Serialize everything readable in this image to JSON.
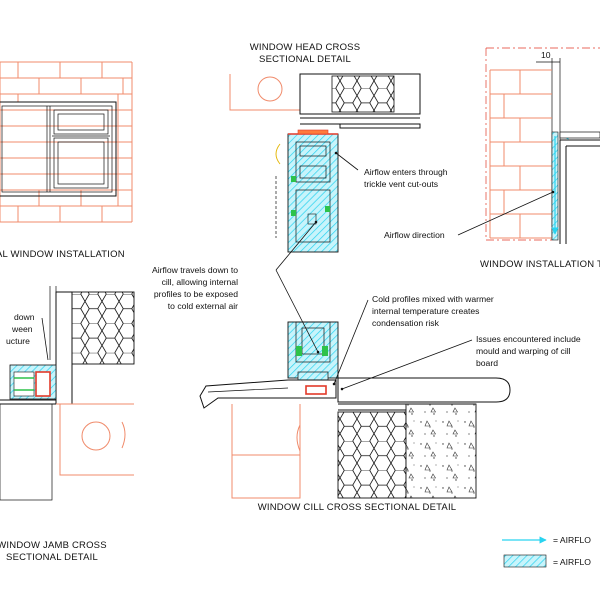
{
  "titles": {
    "head": [
      "WINDOW HEAD CROSS",
      "SECTIONAL DETAIL"
    ],
    "elevation": "AL WINDOW INSTALLATION",
    "installation": "WINDOW INSTALLATION T",
    "jamb": [
      "WINDOW JAMB CROSS",
      "SECTIONAL DETAIL"
    ],
    "cill": "WINDOW CILL CROSS SECTIONAL DETAIL"
  },
  "dimension": "10",
  "notes": {
    "trickle": [
      "Airflow enters through",
      "trickle vent cut-outs"
    ],
    "airflow_direction": "Airflow direction",
    "travels_down": [
      "Airflow travels down to",
      "cill, allowing internal",
      "profiles to be exposed",
      "to cold external air"
    ],
    "cold_profiles": [
      "Cold profiles mixed with warmer",
      "internal temperature creates",
      "condensation risk"
    ],
    "issues": [
      "Issues encountered include",
      "mould and warping of cill",
      "board"
    ],
    "jamb_partial": [
      "down",
      "ween",
      "ucture"
    ]
  },
  "legend": {
    "arrow_label": "= AIRFLO",
    "hatch_label": "= AIRFLO"
  },
  "colors": {
    "brick": "#f08b6b",
    "airflow": "#29d3f0",
    "seal": "#e23a2a",
    "gasket": "#2ec24a"
  }
}
